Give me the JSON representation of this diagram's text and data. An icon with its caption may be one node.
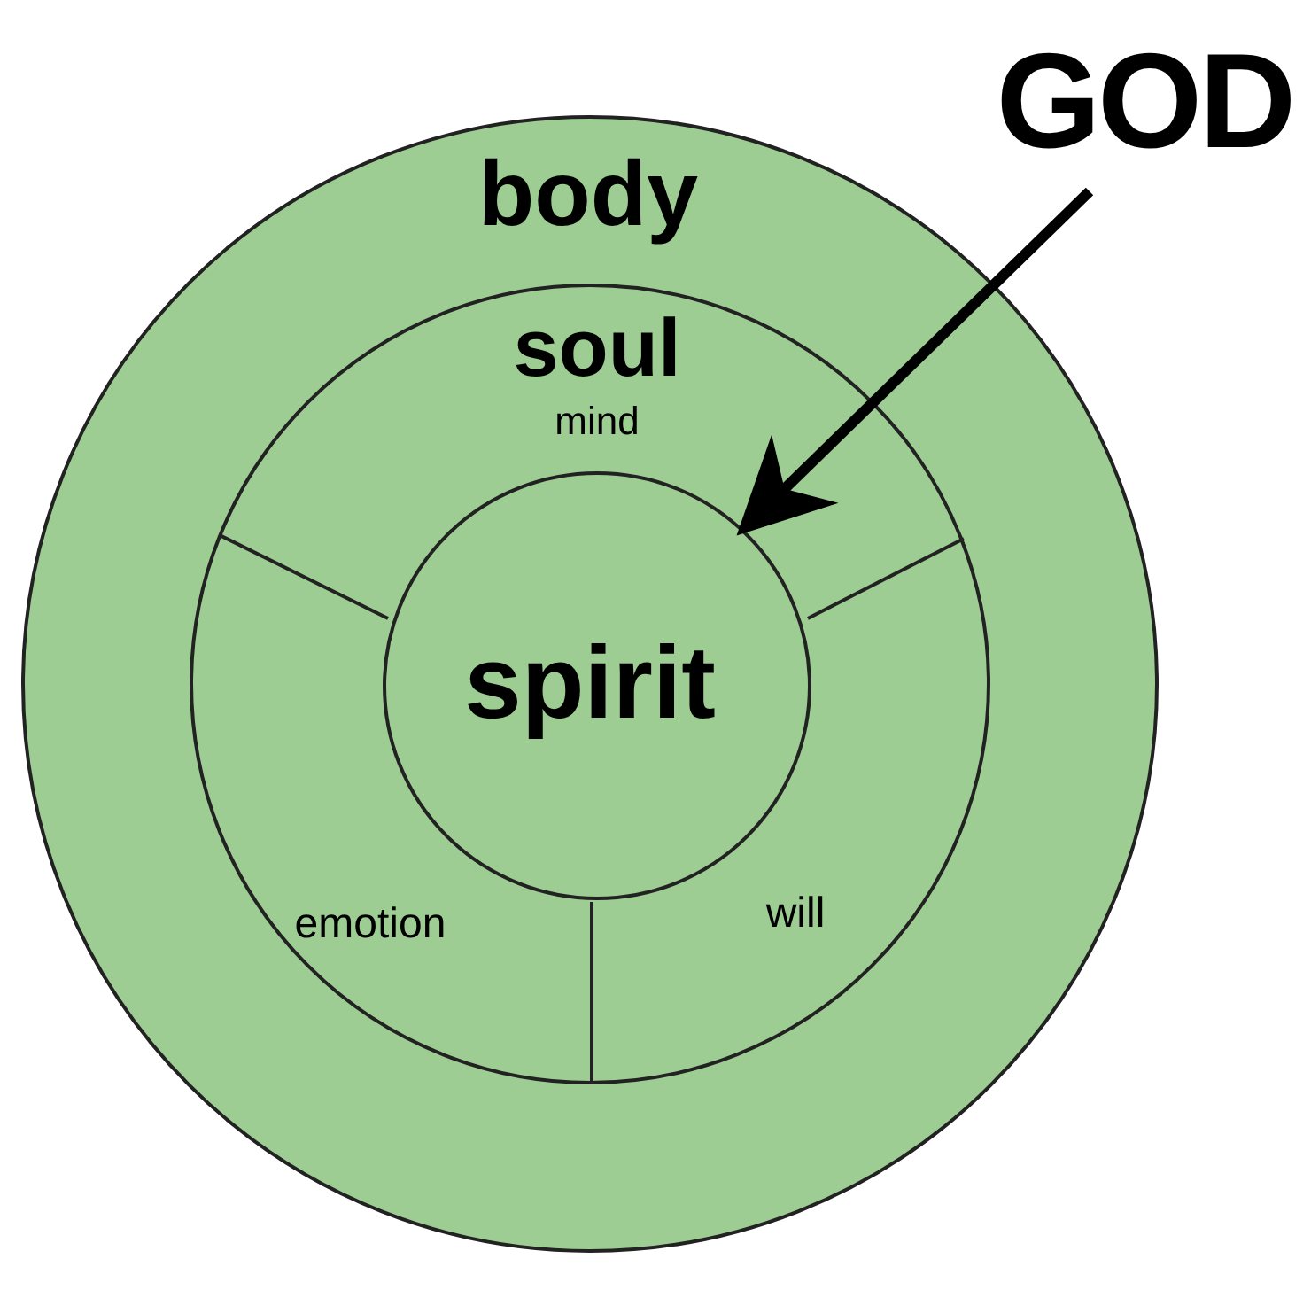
{
  "diagram": {
    "nodes": [
      {
        "text": [
          "body"
        ]
      },
      {
        "text": [
          "soul",
          "mind",
          "emotion",
          "will"
        ],
        "in": 0
      },
      {
        "text": [
          "spirit"
        ],
        "in": 1
      },
      {
        "text": [
          "GOD"
        ]
      }
    ],
    "edges": [
      {
        "from": 3,
        "to": 2,
        "arrow": "to"
      }
    ]
  }
}
